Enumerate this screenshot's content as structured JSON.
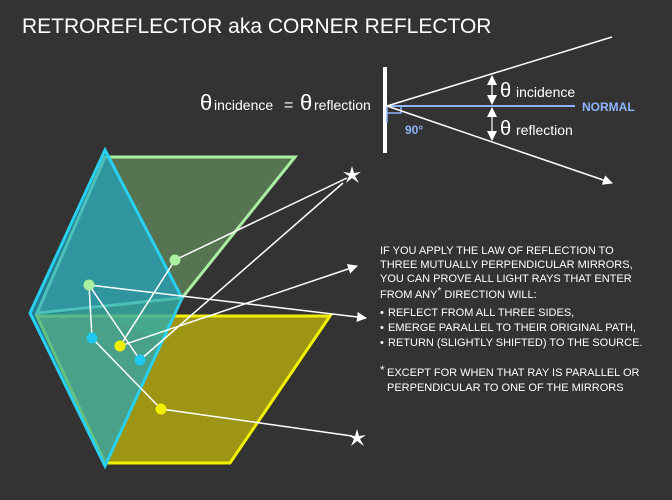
{
  "title": "RETROREFLECTOR aka CORNER REFLECTOR",
  "law": {
    "theta": "θ",
    "incidence_sub": "incidence",
    "equals": "=",
    "reflection_sub": "reflection",
    "angle_incidence_label": "incidence",
    "angle_reflection_label": "reflection",
    "normal_label": "NORMAL",
    "right_angle_label": "90°"
  },
  "explanation": {
    "intro_lines": [
      "IF YOU APPLY THE LAW OF REFLECTION TO",
      "THREE MUTUALLY PERPENDICULAR MIRRORS,",
      "YOU CAN PROVE ALL LIGHT RAYS THAT ENTER"
    ],
    "intro_last_prefix": "FROM ANY",
    "asterisk": "*",
    "intro_last_suffix": " DIRECTION WILL:",
    "bullets": [
      "REFLECT FROM ALL THREE  SIDES,",
      "EMERGE PARALLEL TO THEIR ORIGINAL PATH,",
      "RETURN (SLIGHTLY SHIFTED) TO THE SOURCE."
    ],
    "bullet_char": "•",
    "footnote_line1": "EXCEPT FOR WHEN THAT RAY IS PARALLEL OR",
    "footnote_line2": "PERPENDICULAR TO ONE OF THE MIRRORS"
  },
  "colors": {
    "background": "#333333",
    "text": "#ffffff",
    "normal": "#8fb4ff",
    "green_mirror": "#5a7a55",
    "green_mirror_edge": "#a8f0a0",
    "yellow_mirror": "#a8a010",
    "yellow_mirror_edge": "#f0f000",
    "cyan_mirror": "#1aa8c8",
    "cyan_mirror_edge": "#2ad0f0",
    "point_green": "#a8f0a0",
    "point_cyan": "#20c8f0",
    "point_yellow": "#f0f000"
  }
}
